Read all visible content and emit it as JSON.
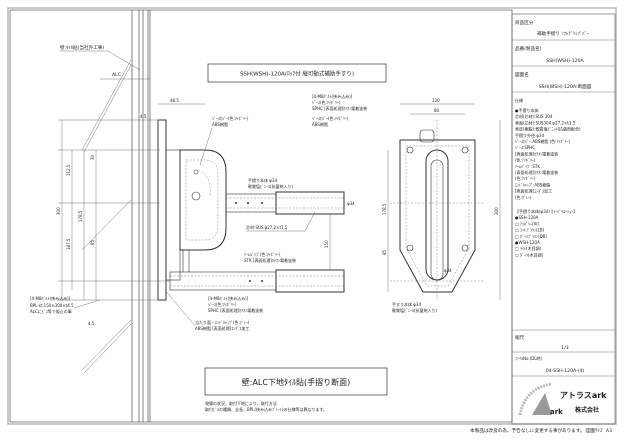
{
  "drawing": {
    "title": "SSH(WSH)-120A(ﾛｯｸ付 縦可動式補助手すり)",
    "wall_label": "壁:ﾀｲﾙ貼(当社外工事)",
    "alc_label": "ALC",
    "section_title": "壁:ALC下地ﾀｲﾙ貼(手摺り断面)",
    "notes": [
      "現場の状況、取付下地により、取付方法",
      "取付ﾋﾞｽの種類、全長、BPL(挟み込みﾌﾟﾚｰﾄ)の仕様等は異なります。"
    ],
    "callouts": {
      "bolt_top": "[4-M8ﾎﾞﾙﾄ(挟み込み)]",
      "base_top": "ﾍﾞｰｽ(色:ｱｲﾎﾞﾘｰ)",
      "base_top_mat": "SPHC [表面処理]ｶﾁｵﾝ電着塗装",
      "cover_left": "ﾍﾞｰｽｶﾊﾞｰ(色:ｱｲﾎﾞﾘｰ)",
      "cover_left_mat": "ABS樹脂",
      "cover_right": "ﾍﾞｰｽｶﾊﾞｰ(色:ｱｲﾎﾞﾘｰ)",
      "cover_right_mat": "ABS樹脂",
      "rail_body": "手摺り本体 φ34",
      "rail_body_mat": "軟質塩ﾋﾞﾆｰﾙ(抗菌剤入り)",
      "core": "芯材:SUS φ27.2×t1.5",
      "arm": "ｱｰﾑﾊﾟｲﾌﾟ(色:ｱｲﾎﾞﾘｰ)",
      "arm_mat": "STK [表面処理]ｶﾁｵﾝ電着塗装",
      "bolt_bottom": "[4-M8ﾎﾞﾙﾄ(挟み込み)]",
      "base_bottom": "ﾍﾞｰｽ(色:ｱｲﾎﾞﾘｰ)",
      "base_bottom_mat": "SPHC [表面処理]ｶﾁｵﾝ電着塗装",
      "endcap": "当たり面・ｴﾝﾄﾞｷｬｯﾌﾟ(色:ｸﾞﾚｰ)",
      "endcap_mat": "ABS樹脂 [表面処理]ｴﾝﾎﾞｽ加工",
      "bpl_bolt": "[4-M8ﾎﾞﾙﾄ(挟み込み)]",
      "bpl": "BPL-st.150×300×t4.5",
      "bpl_note": "ALCにﾋﾞｽ等で仮止の事",
      "rail_right": "手すり本体 φ34",
      "rail_right_mat": "軟質塩ﾋﾞﾆｰﾙ(抗菌剤入り)"
    },
    "dims": {
      "d48_5": "48.5",
      "d4_5a": "4.5",
      "d4_5b": "4.5",
      "d30": "30",
      "d112_5": "112.5",
      "d300": "300",
      "d187_5": "187.5",
      "d178_5": "178.5",
      "d85": "85",
      "d75": "75",
      "d150": "150",
      "phi34": "φ34",
      "d130": "130",
      "d80": "80",
      "r178_5": "178.5",
      "r85": "85",
      "r300": "300",
      "rphi34": "φ34"
    }
  },
  "title_block": {
    "category_label": "商品区分",
    "category": "補助手摺り ｿﾌﾄｸﾞﾘｯﾌﾟﾊﾞｰ",
    "product_label": "品番(製品名)",
    "product": "SSH(WSH)-120A",
    "drawing_label": "図面名",
    "drawing_name": "SSH(WSH)-120A:断面図",
    "spec_label": "仕様",
    "spec": [
      "●手摺り本体",
      " 芯材(芯材):SUS 304",
      " 表面(芯材):SUS304 φ27.2×t1.5",
      " 表皮(樹脂):軟質塩ﾋﾞﾆｰﾙ(抗菌剤配合)",
      "手摺り外径:φ34",
      "  ﾍﾞｰｽｶﾊﾞｰ:ABS樹脂 (色:ｱｲﾎﾞﾘｰ)",
      "  ﾍﾞｰｽ:SPHC",
      "    [表面処理]ｶﾁｵﾝ電着塗装",
      "    (色:ｱｲﾎﾞﾘｰ)",
      "  ｱｰﾑﾊﾟｲﾌﾟ:STK",
      "    [表面処理]ｶﾁｵﾝ電着塗装",
      "    (色:ｱｲﾎﾞﾘｰ)",
      "  ｴﾝﾄﾞｷｬｯﾌﾟ:ABS樹脂",
      "    [表面処理]ｴﾝﾎﾞｽ加工",
      "    (色:ｸﾞﾚｰ)",
      "【手摺り本体(φ34) ｶﾗｰﾊﾞﾘｴｰｼｮﾝ】",
      "●SSH-120A",
      " □ ｱｲﾎﾞﾘｰ(IV)",
      " □ ﾗｲﾄﾌﾞﾗｳﾝ(LB)",
      " □ ﾀﾞｰｸﾌﾞﾗｳﾝ(DB)",
      "●WSH-120A",
      " □ ﾗｲﾄ(木目調)",
      " □ ﾀﾞｰｸ(木目調)"
    ],
    "scale_label": "縮尺",
    "scale": "1/3",
    "file_label": "ﾌｧｲﾙNo.(DL時)",
    "file_no": "04-SSH-120A-(4)",
    "company_name": "アトラスark",
    "company_suffix": "株式会社"
  },
  "footer_note": "本製品は改良の為、予告なしに変更する事があります。:図面ｻｲｽﾞ A3"
}
